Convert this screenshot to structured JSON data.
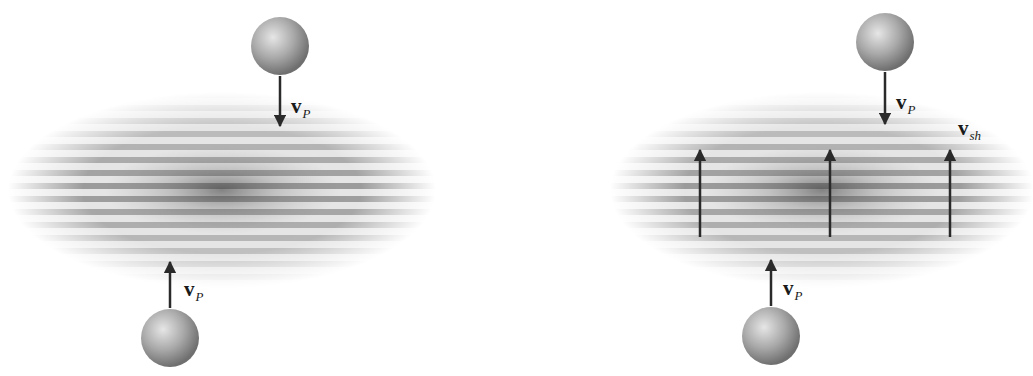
{
  "diagram": {
    "labels": [
      "v",
      "P",
      "v",
      "P",
      "v",
      "P",
      "v",
      "P",
      "v",
      "sh"
    ]
  }
}
